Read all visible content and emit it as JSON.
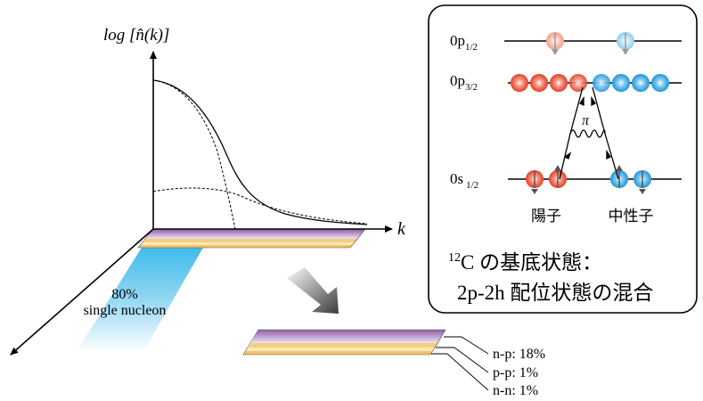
{
  "plot": {
    "ylabel": "log [n̂(k)]",
    "xlabel": "k",
    "single_nucleon_percent": "80%",
    "single_nucleon_label": "single nucleon"
  },
  "pairs": [
    {
      "label": "n-p: 18%"
    },
    {
      "label": "p-p: 1%"
    },
    {
      "label": "n-n: 1%"
    }
  ],
  "inset": {
    "levels": [
      {
        "name": "0p",
        "sub": "1/2"
      },
      {
        "name": "0p",
        "sub": "3/2"
      },
      {
        "name": "0s",
        "sub": "1/2"
      }
    ],
    "pion_label": "π",
    "proton_label": "陽子",
    "neutron_label": "中性子",
    "caption_sup": "12",
    "caption_line1": "C の基底状態：",
    "caption_line2": "2p-2h 配位状態の混合"
  },
  "colors": {
    "proton": "#e8442a",
    "neutron": "#2a9fe0",
    "single_nucleon_fill": "#2eb6ea",
    "np_band": "#8e5ba6",
    "pp_band": "#f4c873",
    "nn_band": "#f6d98e"
  }
}
